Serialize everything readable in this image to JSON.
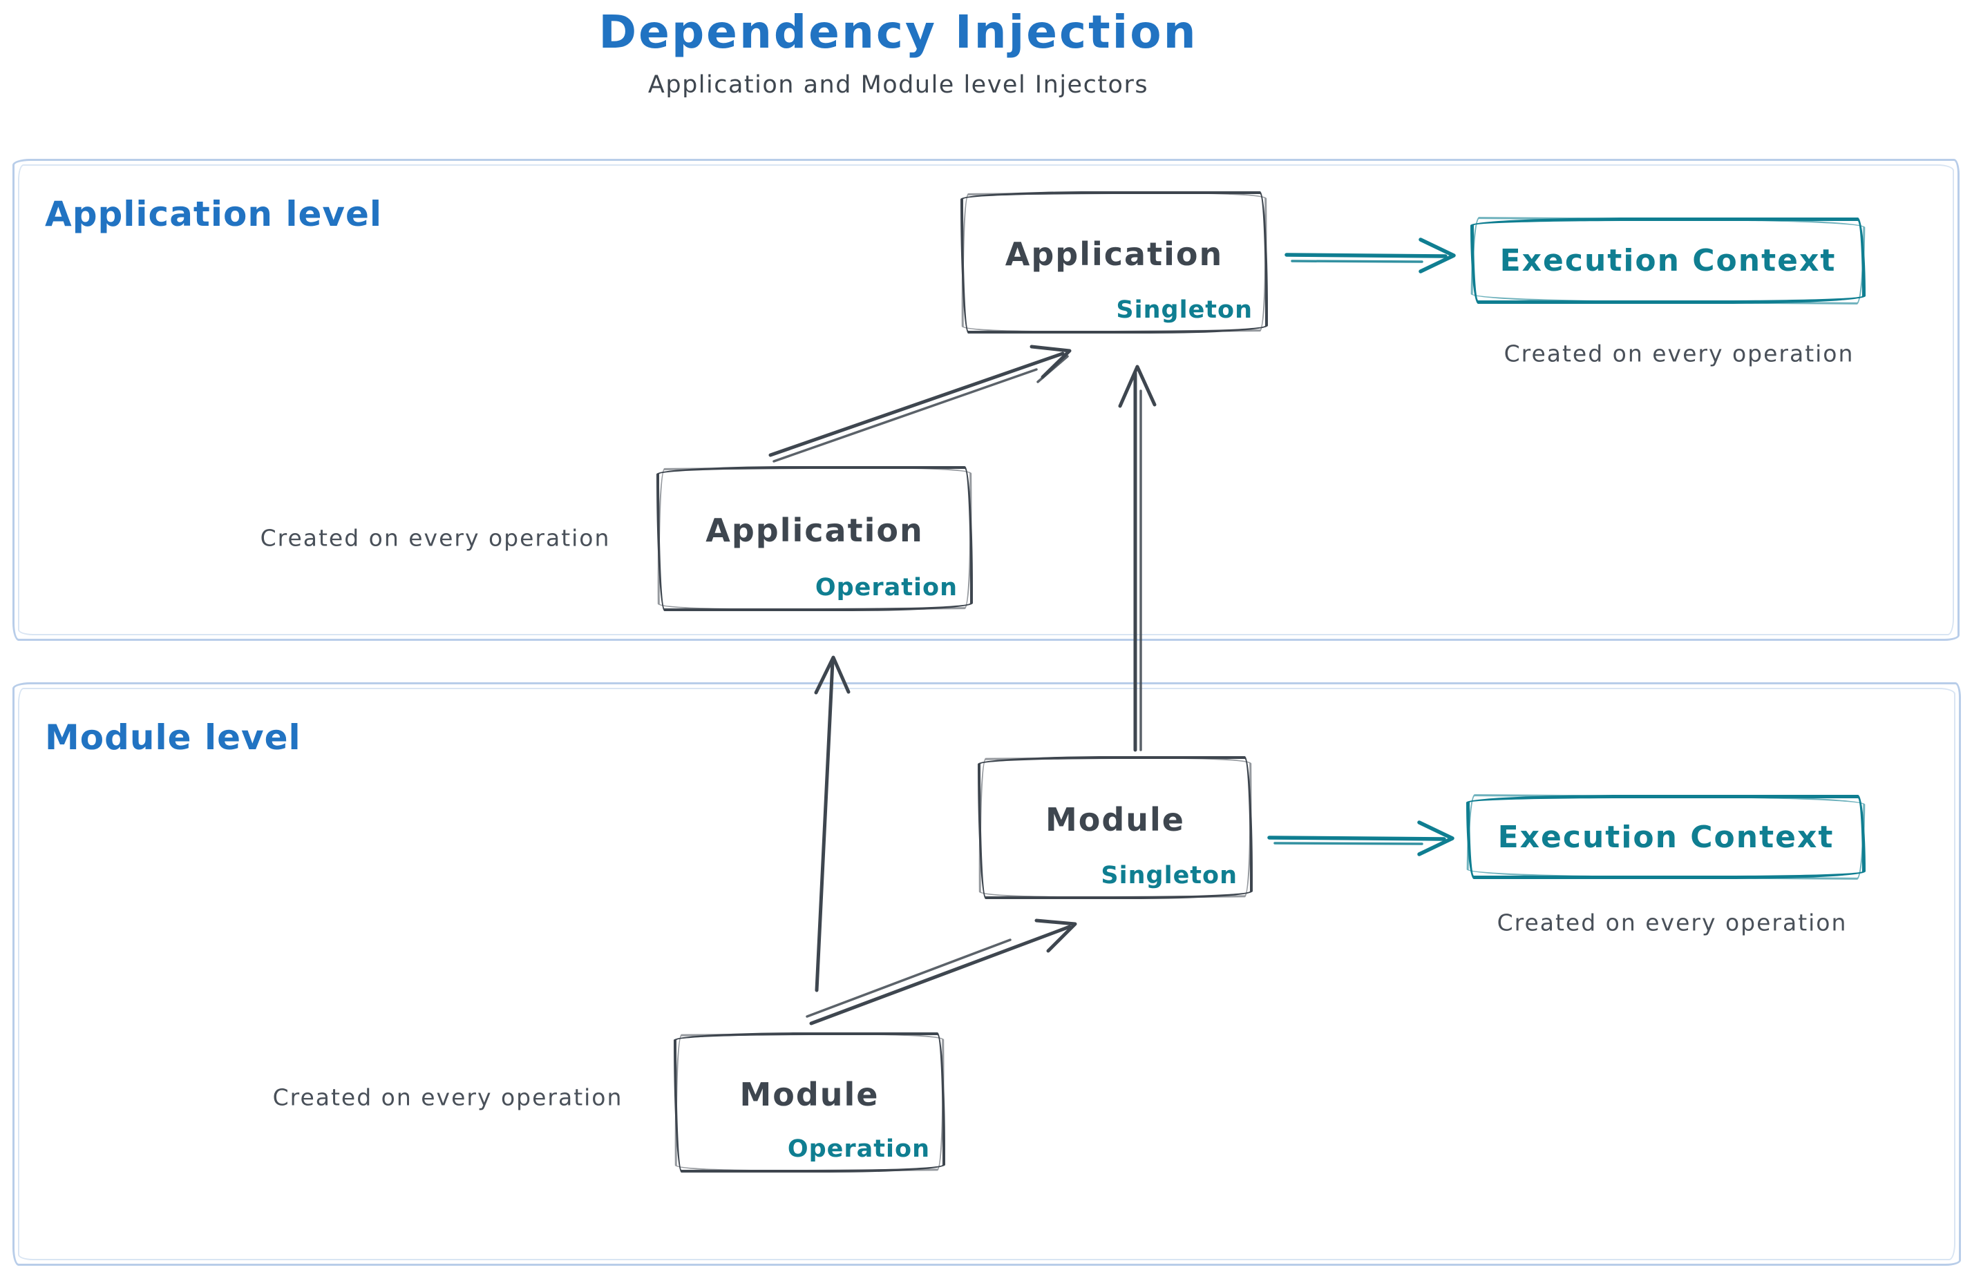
{
  "colors": {
    "title_blue": "#2173c2",
    "teal": "#0f7e91",
    "ink": "#3e464f",
    "frame_blue": "#b8cde9",
    "caption_gray": "#495059"
  },
  "header": {
    "title": "Dependency Injection",
    "subtitle": "Application and Module level Injectors"
  },
  "app_section": {
    "label": "Application level",
    "singleton_box": {
      "title": "Application",
      "scope": "Singleton"
    },
    "operation_box": {
      "title": "Application",
      "scope": "Operation"
    },
    "operation_caption": "Created on every operation",
    "execution_context": {
      "label": "Execution Context",
      "caption": "Created on every operation"
    }
  },
  "module_section": {
    "label": "Module level",
    "singleton_box": {
      "title": "Module",
      "scope": "Singleton"
    },
    "operation_box": {
      "title": "Module",
      "scope": "Operation"
    },
    "operation_caption": "Created on every operation",
    "execution_context": {
      "label": "Execution Context",
      "caption": "Created on every operation"
    }
  }
}
